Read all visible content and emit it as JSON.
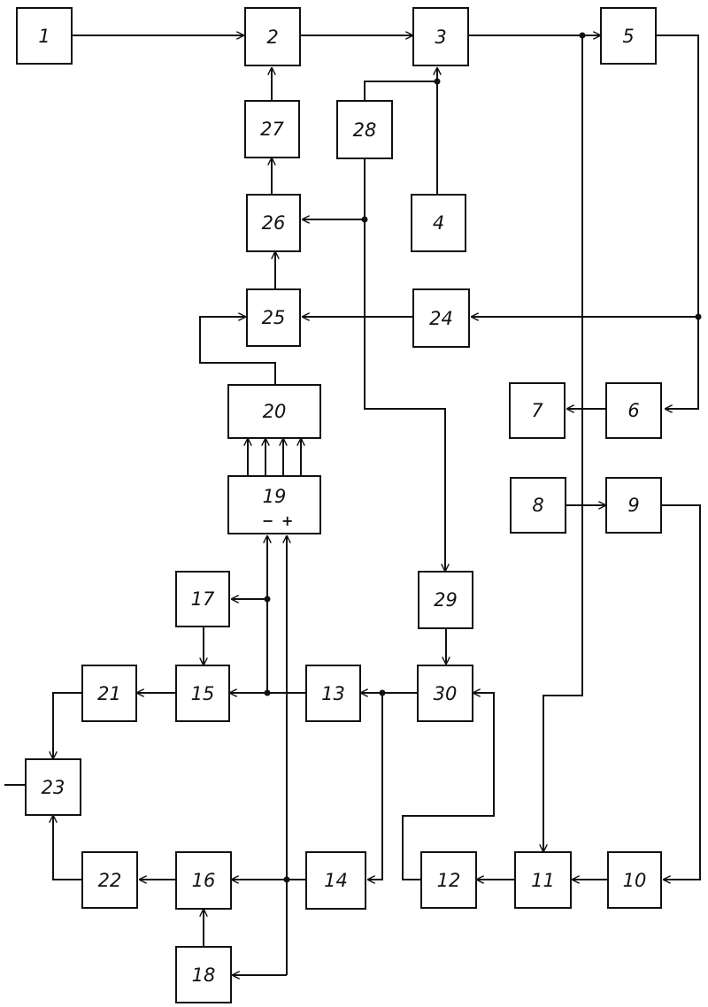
{
  "blocks": {
    "b1": "1",
    "b2": "2",
    "b3": "3",
    "b4": "4",
    "b5": "5",
    "b6": "6",
    "b7": "7",
    "b8": "8",
    "b9": "9",
    "b10": "10",
    "b11": "11",
    "b12": "12",
    "b13": "13",
    "b14": "14",
    "b15": "15",
    "b16": "16",
    "b17": "17",
    "b18": "18",
    "b19": "19",
    "b20": "20",
    "b21": "21",
    "b22": "22",
    "b23": "23",
    "b24": "24",
    "b25": "25",
    "b26": "26",
    "b27": "27",
    "b28": "28",
    "b29": "29",
    "b30": "30"
  },
  "polarity": {
    "minus": "−",
    "plus": "+"
  },
  "colors": {
    "line": "#111111",
    "background": "#ffffff"
  }
}
